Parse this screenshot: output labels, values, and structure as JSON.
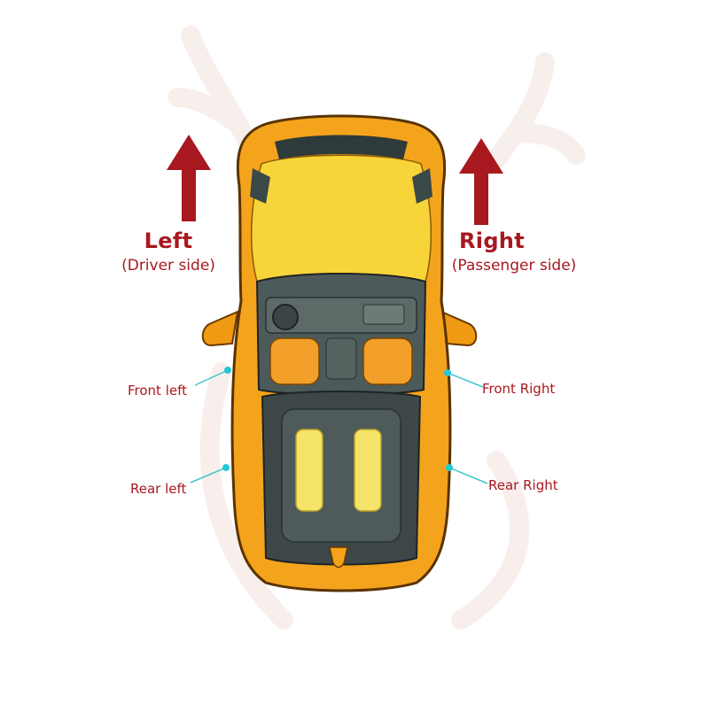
{
  "labels": {
    "left_title": "Left",
    "left_subtitle": "(Driver side)",
    "right_title": "Right",
    "right_subtitle": "(Passenger side)",
    "front_left": "Front left",
    "rear_left": "Rear left",
    "front_right": "Front Right",
    "rear_right": "Rear Right"
  },
  "colors": {
    "accent_red": "#a8181f",
    "car_body": "#f4a41c",
    "car_roof": "#f7d43a",
    "callout_line": "#3fc6cf",
    "callout_dot": "#22c8d4",
    "cabin": "#4d5a5a"
  },
  "icons": {
    "arrow": "up-arrow-icon",
    "car": "car-top-view-icon",
    "watermark": "deer-antler-watermark"
  }
}
